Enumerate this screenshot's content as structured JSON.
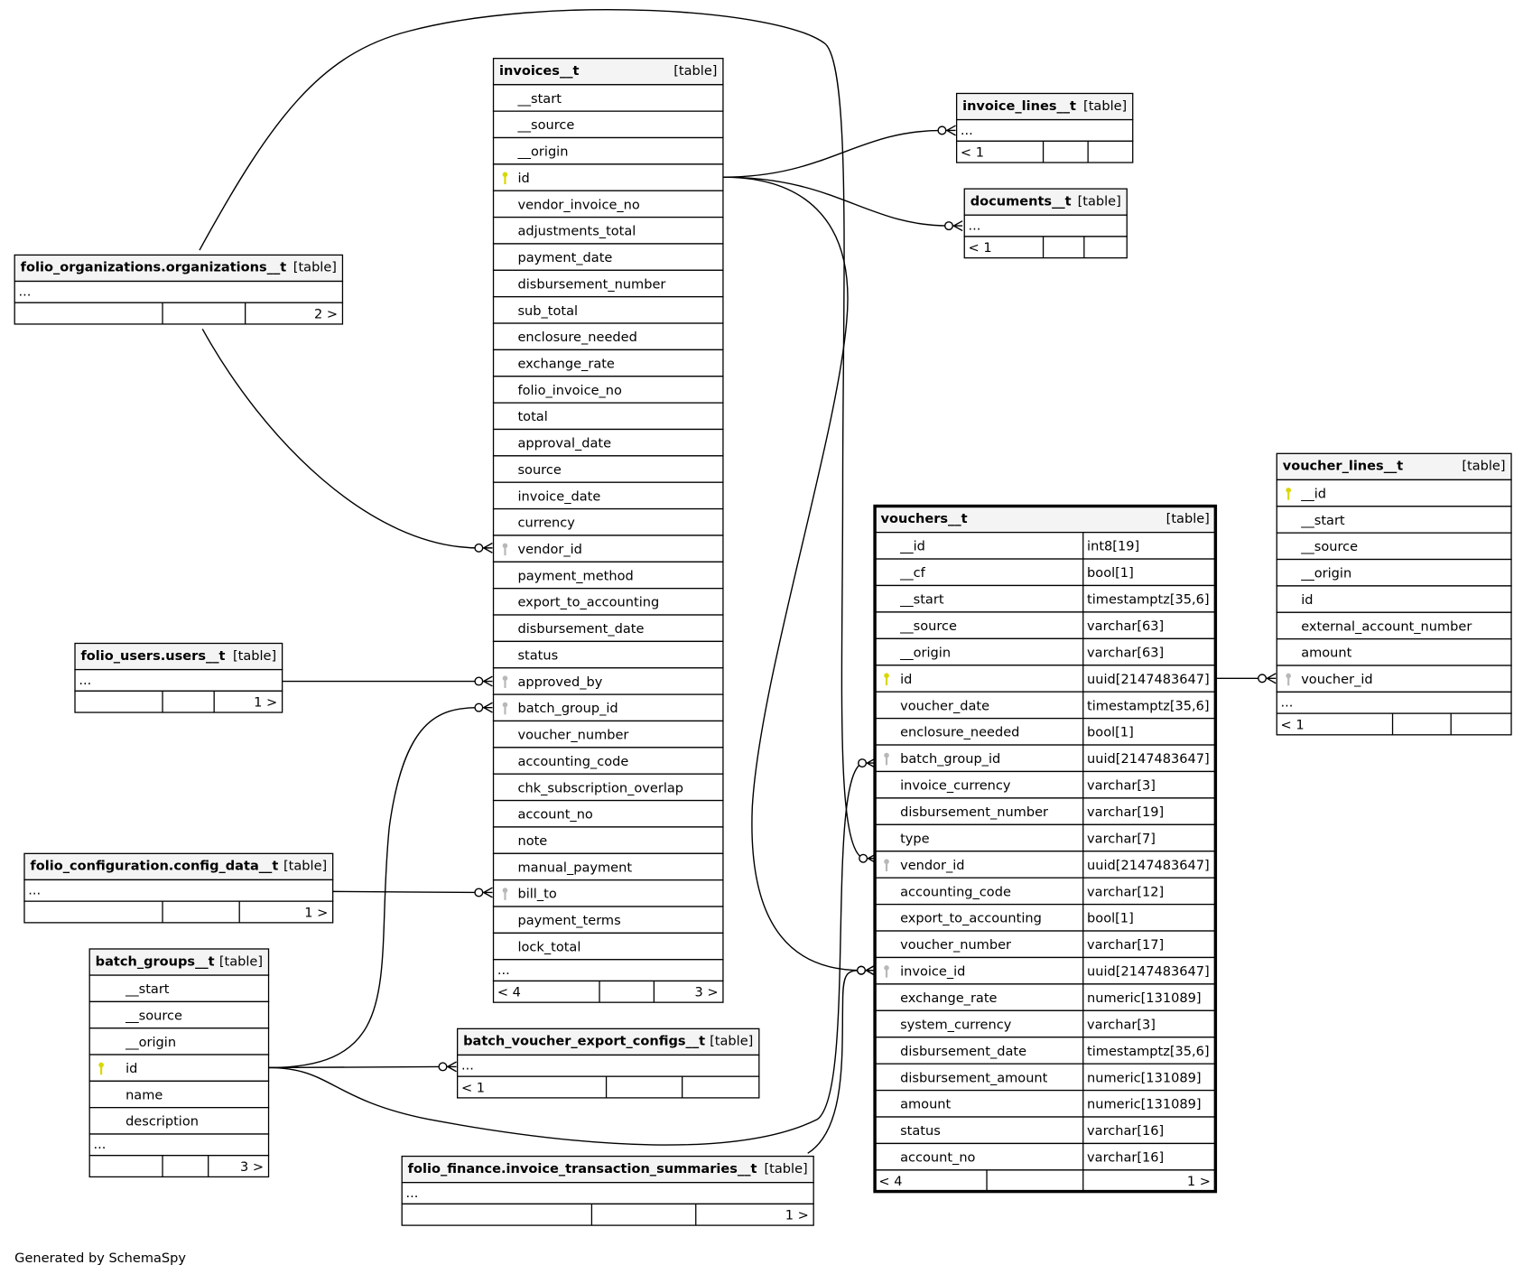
{
  "footer_text": "Generated by SchemaSpy",
  "colors": {
    "primary_key": "#d8d800",
    "foreign_key": "#b8b8b8",
    "header_bg": "#f4f4f4"
  },
  "tables": {
    "invoices": {
      "name": "invoices__t",
      "label": "[table]",
      "columns": [
        {
          "name": "__start"
        },
        {
          "name": "__source"
        },
        {
          "name": "__origin"
        },
        {
          "name": "id",
          "key": "pk"
        },
        {
          "name": "vendor_invoice_no"
        },
        {
          "name": "adjustments_total"
        },
        {
          "name": "payment_date"
        },
        {
          "name": "disbursement_number"
        },
        {
          "name": "sub_total"
        },
        {
          "name": "enclosure_needed"
        },
        {
          "name": "exchange_rate"
        },
        {
          "name": "folio_invoice_no"
        },
        {
          "name": "total"
        },
        {
          "name": "approval_date"
        },
        {
          "name": "source"
        },
        {
          "name": "invoice_date"
        },
        {
          "name": "currency"
        },
        {
          "name": "vendor_id",
          "key": "fk"
        },
        {
          "name": "payment_method"
        },
        {
          "name": "export_to_accounting"
        },
        {
          "name": "disbursement_date"
        },
        {
          "name": "status"
        },
        {
          "name": "approved_by",
          "key": "fk"
        },
        {
          "name": "batch_group_id",
          "key": "fk"
        },
        {
          "name": "voucher_number"
        },
        {
          "name": "accounting_code"
        },
        {
          "name": "chk_subscription_overlap"
        },
        {
          "name": "account_no"
        },
        {
          "name": "note"
        },
        {
          "name": "manual_payment"
        },
        {
          "name": "bill_to",
          "key": "fk"
        },
        {
          "name": "payment_terms"
        },
        {
          "name": "lock_total"
        }
      ],
      "ellipsis": "...",
      "footer": [
        "< 4",
        "",
        "3 >"
      ]
    },
    "vouchers": {
      "name": "vouchers__t",
      "label": "[table]",
      "columns": [
        {
          "name": "__id",
          "type": "int8[19]"
        },
        {
          "name": "__cf",
          "type": "bool[1]"
        },
        {
          "name": "__start",
          "type": "timestamptz[35,6]"
        },
        {
          "name": "__source",
          "type": "varchar[63]"
        },
        {
          "name": "__origin",
          "type": "varchar[63]"
        },
        {
          "name": "id",
          "type": "uuid[2147483647]",
          "key": "pk"
        },
        {
          "name": "voucher_date",
          "type": "timestamptz[35,6]"
        },
        {
          "name": "enclosure_needed",
          "type": "bool[1]"
        },
        {
          "name": "batch_group_id",
          "type": "uuid[2147483647]",
          "key": "fk"
        },
        {
          "name": "invoice_currency",
          "type": "varchar[3]"
        },
        {
          "name": "disbursement_number",
          "type": "varchar[19]"
        },
        {
          "name": "type",
          "type": "varchar[7]"
        },
        {
          "name": "vendor_id",
          "type": "uuid[2147483647]",
          "key": "fk"
        },
        {
          "name": "accounting_code",
          "type": "varchar[12]"
        },
        {
          "name": "export_to_accounting",
          "type": "bool[1]"
        },
        {
          "name": "voucher_number",
          "type": "varchar[17]"
        },
        {
          "name": "invoice_id",
          "type": "uuid[2147483647]",
          "key": "fk"
        },
        {
          "name": "exchange_rate",
          "type": "numeric[131089]"
        },
        {
          "name": "system_currency",
          "type": "varchar[3]"
        },
        {
          "name": "disbursement_date",
          "type": "timestamptz[35,6]"
        },
        {
          "name": "disbursement_amount",
          "type": "numeric[131089]"
        },
        {
          "name": "amount",
          "type": "numeric[131089]"
        },
        {
          "name": "status",
          "type": "varchar[16]"
        },
        {
          "name": "account_no",
          "type": "varchar[16]"
        }
      ],
      "footer": [
        "< 4",
        "",
        "1 >"
      ]
    },
    "voucher_lines": {
      "name": "voucher_lines__t",
      "label": "[table]",
      "columns": [
        {
          "name": "__id",
          "key": "pk"
        },
        {
          "name": "__start"
        },
        {
          "name": "__source"
        },
        {
          "name": "__origin"
        },
        {
          "name": "id"
        },
        {
          "name": "external_account_number"
        },
        {
          "name": "amount"
        },
        {
          "name": "voucher_id",
          "key": "fk"
        }
      ],
      "ellipsis": "...",
      "footer": [
        "< 1",
        "",
        ""
      ]
    },
    "invoice_lines": {
      "name": "invoice_lines__t",
      "label": "[table]",
      "columns": [],
      "ellipsis": "...",
      "footer": [
        "< 1",
        "",
        ""
      ]
    },
    "documents": {
      "name": "documents__t",
      "label": "[table]",
      "columns": [],
      "ellipsis": "...",
      "footer": [
        "< 1",
        "",
        ""
      ]
    },
    "organizations": {
      "name": "folio_organizations.organizations__t",
      "label": "[table]",
      "columns": [],
      "ellipsis": "...",
      "footer": [
        "",
        "",
        "2 >"
      ]
    },
    "users": {
      "name": "folio_users.users__t",
      "label": "[table]",
      "columns": [],
      "ellipsis": "...",
      "footer": [
        "",
        "",
        "1 >"
      ]
    },
    "config": {
      "name": "folio_configuration.config_data__t",
      "label": "[table]",
      "columns": [],
      "ellipsis": "...",
      "footer": [
        "",
        "",
        "1 >"
      ]
    },
    "batch_groups": {
      "name": "batch_groups__t",
      "label": "[table]",
      "columns": [
        {
          "name": "__start"
        },
        {
          "name": "__source"
        },
        {
          "name": "__origin"
        },
        {
          "name": "id",
          "key": "pk"
        },
        {
          "name": "name"
        },
        {
          "name": "description"
        }
      ],
      "ellipsis": "...",
      "footer": [
        "",
        "",
        "3 >"
      ]
    },
    "batch_voucher_export_configs": {
      "name": "batch_voucher_export_configs__t",
      "label": "[table]",
      "columns": [],
      "ellipsis": "...",
      "footer": [
        "< 1",
        "",
        ""
      ]
    },
    "invoice_transaction_summaries": {
      "name": "folio_finance.invoice_transaction_summaries__t",
      "label": "[table]",
      "columns": [],
      "ellipsis": "...",
      "footer": [
        "",
        "",
        "1 >"
      ]
    }
  },
  "relationships": [
    {
      "from": "organizations",
      "to": "vouchers.vendor_id"
    },
    {
      "from": "invoices.id",
      "to": "vouchers.invoice_id"
    },
    {
      "from": "invoices.id",
      "to": "invoice_lines"
    },
    {
      "from": "invoices.id",
      "to": "documents"
    },
    {
      "from": "organizations",
      "to": "invoices.vendor_id"
    },
    {
      "from": "users",
      "to": "invoices.approved_by"
    },
    {
      "from": "batch_groups.id",
      "to": "invoices.batch_group_id"
    },
    {
      "from": "batch_groups.id",
      "to": "batch_voucher_export_configs"
    },
    {
      "from": "batch_groups.id",
      "to": "vouchers.batch_group_id"
    },
    {
      "from": "invoice_transaction_summaries",
      "to": "vouchers.invoice_id"
    },
    {
      "from": "config",
      "to": "invoices.bill_to"
    },
    {
      "from": "vouchers.id",
      "to": "voucher_lines.voucher_id"
    }
  ]
}
